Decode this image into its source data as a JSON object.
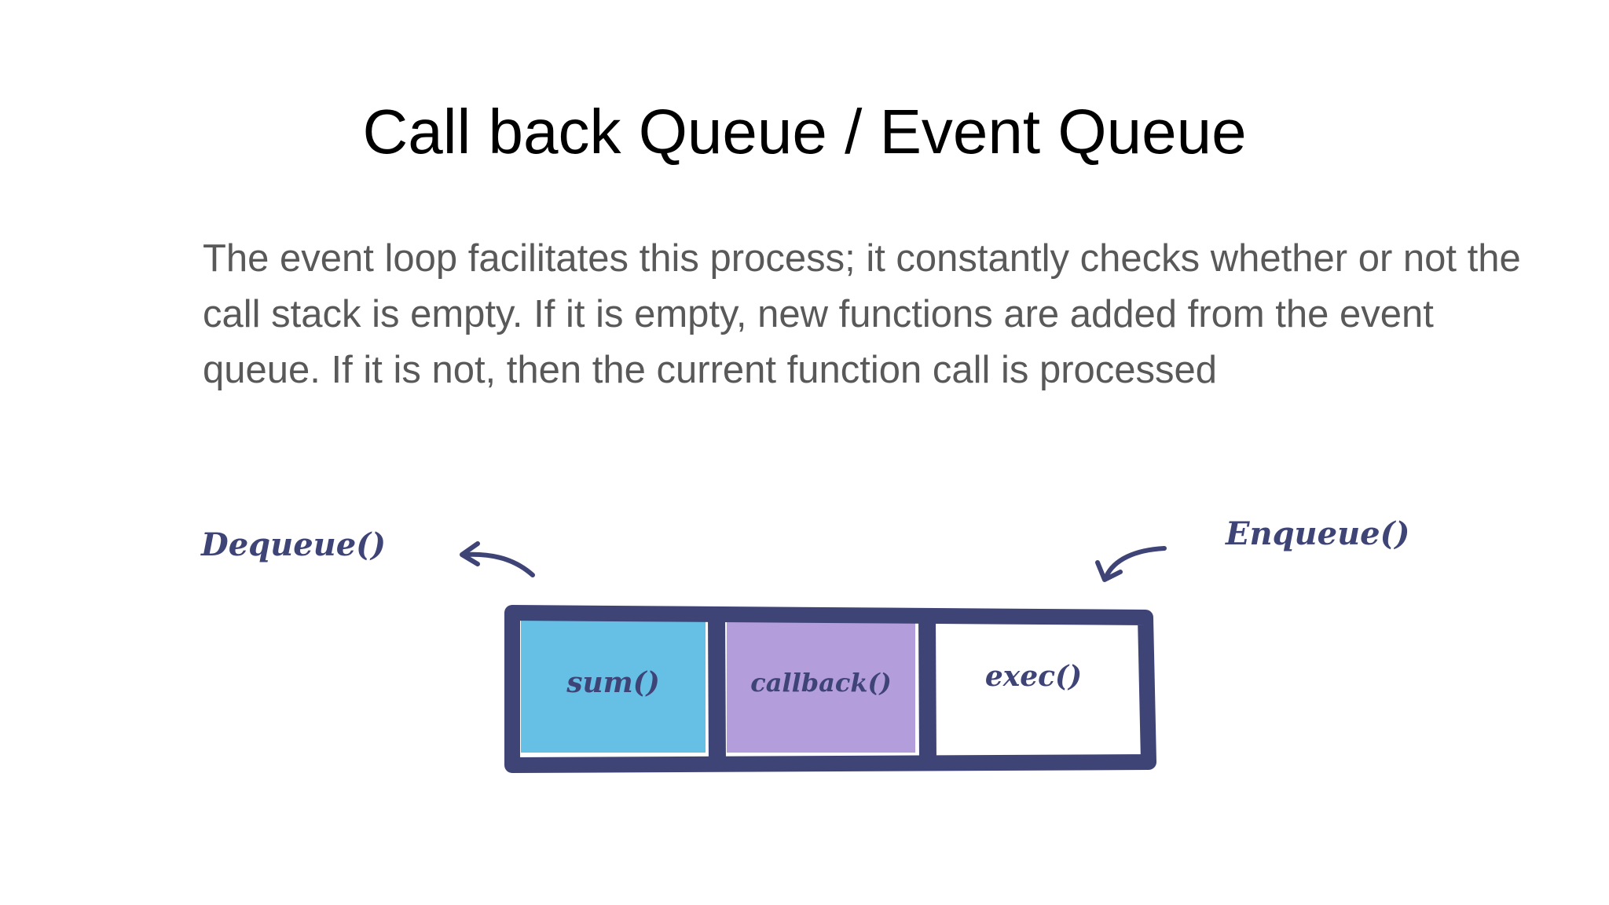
{
  "slide": {
    "title": "Call back Queue / Event Queue",
    "body_lines": [
      "The event loop facilitates this process; it constantly checks whether or not the",
      "call stack is empty. If it is empty, new functions are added from the event",
      "queue. If it is not, then the current function call is processed"
    ]
  },
  "diagram": {
    "dequeue_label": "Dequeue()",
    "enqueue_label": "Enqueue()",
    "cells": [
      {
        "label": "sum()",
        "color": "#66c0e6"
      },
      {
        "label": "callback()",
        "color": "#b39ddb"
      },
      {
        "label": "exec()",
        "color": "#ffffff"
      }
    ],
    "border_color": "#3f4477"
  }
}
